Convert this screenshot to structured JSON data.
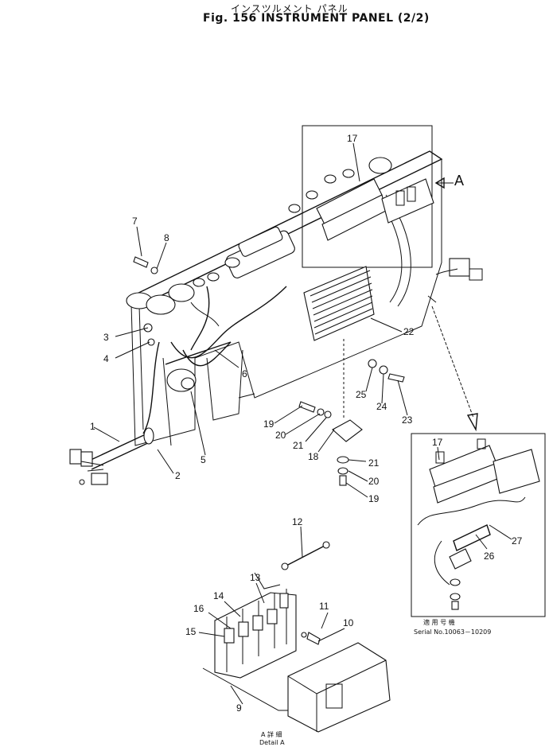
{
  "header": {
    "japanese_title": "インスツルメント パネル",
    "figure_title": "Fig. 156 INSTRUMENT PANEL (2/2)"
  },
  "callouts": {
    "c1": "1",
    "c2": "2",
    "c3": "3",
    "c4": "4",
    "c5": "5",
    "c6": "6",
    "c7": "7",
    "c8": "8",
    "c9": "9",
    "c10": "10",
    "c11": "11",
    "c12": "12",
    "c13": "13",
    "c14": "14",
    "c15": "15",
    "c16": "16",
    "c17": "17",
    "c17b": "17",
    "c18": "18",
    "c19": "19",
    "c19b": "19",
    "c20": "20",
    "c20b": "20",
    "c21": "21",
    "c21b": "21",
    "c22": "22",
    "c23": "23",
    "c24": "24",
    "c25": "25",
    "c26": "26",
    "c27": "27"
  },
  "view_marker": "A",
  "serial_block": {
    "label_jp": "適 用 号 機",
    "serial": "Serial No.10063－10209"
  },
  "detail_block": {
    "label_jp": "A 詳 細",
    "label_en": "Detail A"
  }
}
